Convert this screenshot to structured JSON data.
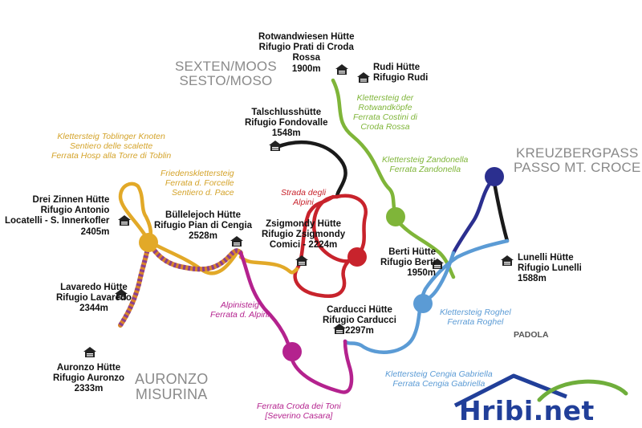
{
  "areas": {
    "sexten": [
      "SEXTEN/MOOS",
      "SESTO/MOSO"
    ],
    "kreuzberg": [
      "KREUZBERGPASS",
      "PASSO MT. CROCE"
    ],
    "auronzo": [
      "AURONZO",
      "MISURINA"
    ],
    "padola": "PADOLA"
  },
  "huts": {
    "rotwandwiesen": [
      "Rotwandwiesen Hütte",
      "Rifugio Prati di Croda",
      "Rossa",
      "1900m"
    ],
    "rudi": [
      "Rudi Hütte",
      "Rifugio Rudi"
    ],
    "talschluss": [
      "Talschlusshütte",
      "Rifugio Fondovalle",
      "1548m"
    ],
    "drei_zinnen": [
      "Drei Zinnen Hütte",
      "Rifugio Antonio",
      "Locatelli - S. Innerkofler",
      "2405m"
    ],
    "buellelejoch": [
      "Büllelejoch Hütte",
      "Rifugio Pian di Cengia",
      "2528m"
    ],
    "zsigmondy": [
      "Zsigmondy Hütte",
      "Rifugio Zsigmondy",
      "Comici - 2224m"
    ],
    "berti": [
      "Berti Hütte",
      "Rifugio Berti",
      "1950m"
    ],
    "lunelli": [
      "Lunelli Hütte",
      "Rifugio Lunelli",
      "1588m"
    ],
    "lavaredo": [
      "Lavaredo Hütte",
      "Rifugio Lavaredo",
      "2344m"
    ],
    "carducci": [
      "Carducci Hütte",
      "Rifugio Carducci",
      "2297m"
    ],
    "auronzo": [
      "Auronzo Hütte",
      "Rifugio Auronzo",
      "2333m"
    ]
  },
  "routes": {
    "toblinger": [
      "Klettersteig Toblinger Knoten",
      "Sentiero delle scalette",
      "Ferrata Hosp alla Torre di Toblin"
    ],
    "friedens": [
      "Friedensklettersteig",
      "Ferrata d. Forcelle",
      "Sentiero d. Pace"
    ],
    "rotwandkoepfe": [
      "Klettersteig der",
      "Rotwandköpfe",
      "Ferrata Costini di",
      "Croda Rossa"
    ],
    "zandonella": [
      "Klettersteig Zandonella",
      "Ferrata Zandonella"
    ],
    "alpini_strada": [
      "Strada degli",
      "Alpini"
    ],
    "alpinisteig": [
      "Alpinisteig",
      "Ferrata d. Alpini"
    ],
    "roghel": [
      "Klettersteig Roghel",
      "Ferrata Roghel"
    ],
    "gabriella": [
      "Klettersteig Cengia Gabriella",
      "Ferrata Cengia Gabriella"
    ],
    "croda_toni": [
      "Ferrata Croda dei Toni",
      "[Severino Casara]"
    ]
  },
  "brand": {
    "text": "Hribi.net"
  },
  "colors": {
    "black": "#1a1a1a",
    "green": "#7fb539",
    "red": "#c8232c",
    "navy": "#2b2f8f",
    "blue": "#5b9bd5",
    "yellow": "#e2a928",
    "magenta": "#b4228e",
    "stripe_a": "#d9842a",
    "stripe_b": "#8b3f8e",
    "gold_text": "#d4a32a",
    "brand_blue": "#213f99",
    "brand_green": "#6fae3b"
  },
  "icons": {
    "hut": "mountain-hut-icon"
  }
}
